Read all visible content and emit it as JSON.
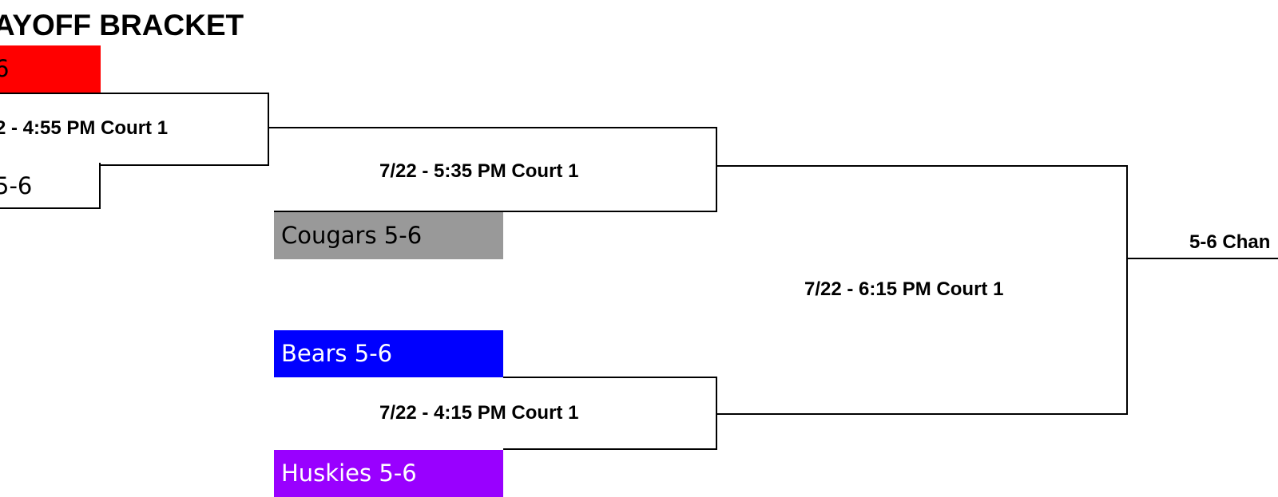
{
  "bracket": {
    "title": "AYOFF BRACKET",
    "round1": {
      "top_team": {
        "label": "6",
        "color": "#ff0000"
      },
      "game_label": "2 - 4:55 PM Court 1",
      "bottom_team": {
        "label": "5-6",
        "color": "#ffffff"
      }
    },
    "round2": {
      "upper_game": {
        "game_label": "7/22 - 5:35 PM Court 1",
        "team": {
          "label": "Cougars 5-6",
          "color": "#999999"
        }
      },
      "lower_game": {
        "team_top": {
          "label": "Bears 5-6",
          "color": "#0000ff"
        },
        "game_label": "7/22 - 4:15 PM Court 1",
        "team_bottom": {
          "label": "Huskies 5-6",
          "color": "#9900ff"
        }
      }
    },
    "final": {
      "game_label": "7/22 - 6:15 PM Court 1",
      "champion_label": "5-6 Chan"
    }
  }
}
